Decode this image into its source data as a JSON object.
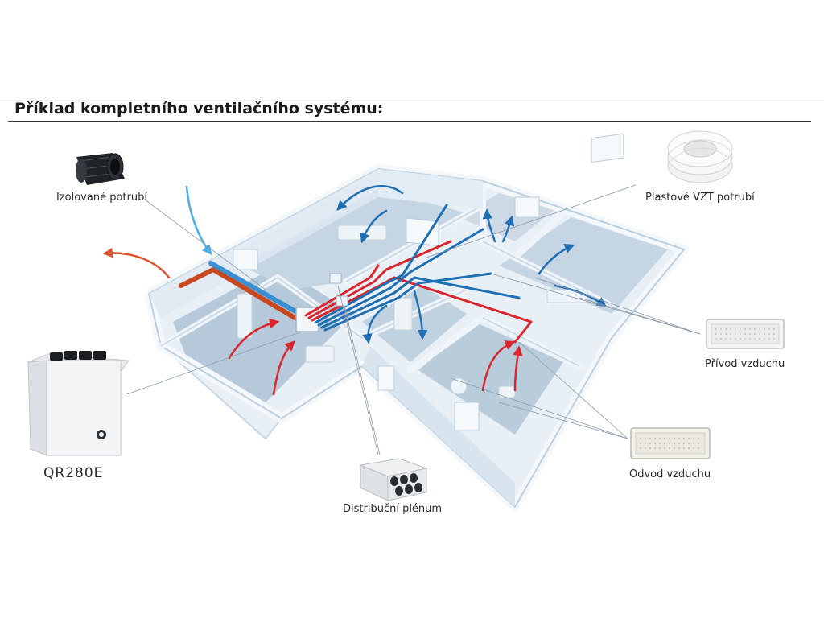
{
  "heading": "Příklad kompletního ventilačního systému:",
  "labels": {
    "insulated_pipe": "Izolované potrubí",
    "plastic_pipe": "Plastové VZT potrubí",
    "supply_air": "Přívod vzduchu",
    "exhaust_air": "Odvod vzduchu",
    "unit": "QR280E",
    "plenum": "Distribuční plénum"
  },
  "colors": {
    "supply": "#d9252b",
    "exhaust": "#1f6fb5",
    "fresh": "#4aaee6",
    "outgoing": "#d9532b",
    "walls": "#dbe8f1",
    "floor": "#c6d6e4"
  }
}
